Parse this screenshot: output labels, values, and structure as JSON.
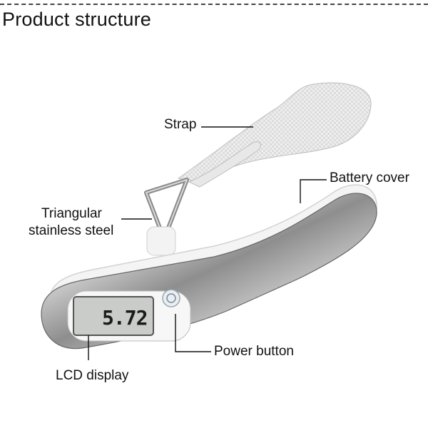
{
  "title": "Product structure",
  "labels": {
    "strap": "Strap",
    "battery_cover": "Battery cover",
    "triangular_line1": "Triangular",
    "triangular_line2": "stainless steel",
    "power_button": "Power button",
    "lcd_display": "LCD display"
  },
  "lcd_reading": "5.72",
  "colors": {
    "callout_line": "#111111",
    "steel_light": "#e6e6e6",
    "steel_dark": "#7a7a7a",
    "strap": "#d9d9d9",
    "lcd_bg": "#c9ccc8"
  }
}
